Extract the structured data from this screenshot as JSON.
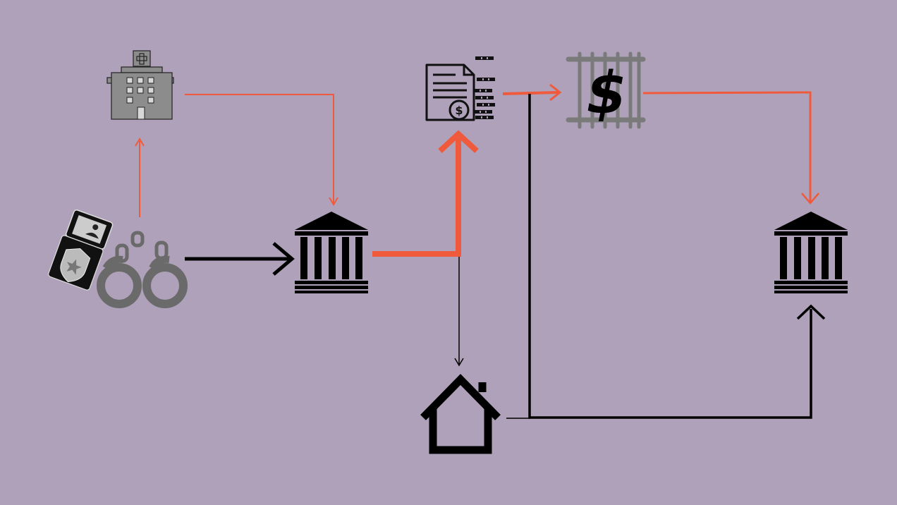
{
  "colors": {
    "background": "#afa1b9",
    "red_arrow": "#f05a3c",
    "black_arrow": "#000000",
    "gray_icon": "#7a7a7a",
    "light_gray_icon": "#8c8c8c"
  },
  "nodes": [
    {
      "id": "arrest",
      "icon": "police-badge-and-handcuffs-icon"
    },
    {
      "id": "hospital",
      "icon": "hospital-building-icon"
    },
    {
      "id": "court",
      "icon": "courthouse-icon"
    },
    {
      "id": "bail-document",
      "icon": "bail-document-icon"
    },
    {
      "id": "jail-money",
      "icon": "money-behind-bars-icon"
    },
    {
      "id": "home",
      "icon": "house-icon"
    },
    {
      "id": "court-final",
      "icon": "courthouse-icon"
    }
  ],
  "edges": [
    {
      "from": "arrest",
      "to": "hospital",
      "color": "red"
    },
    {
      "from": "hospital",
      "to": "court",
      "color": "red"
    },
    {
      "from": "arrest",
      "to": "court",
      "color": "black"
    },
    {
      "from": "court",
      "to": "bail-document",
      "color": "red"
    },
    {
      "from": "court",
      "to": "home",
      "color": "black"
    },
    {
      "from": "bail-document",
      "to": "jail-money",
      "color": "red"
    },
    {
      "from": "jail-money",
      "to": "court-final",
      "color": "red"
    },
    {
      "from": "home",
      "to": "court-final",
      "color": "black"
    }
  ]
}
